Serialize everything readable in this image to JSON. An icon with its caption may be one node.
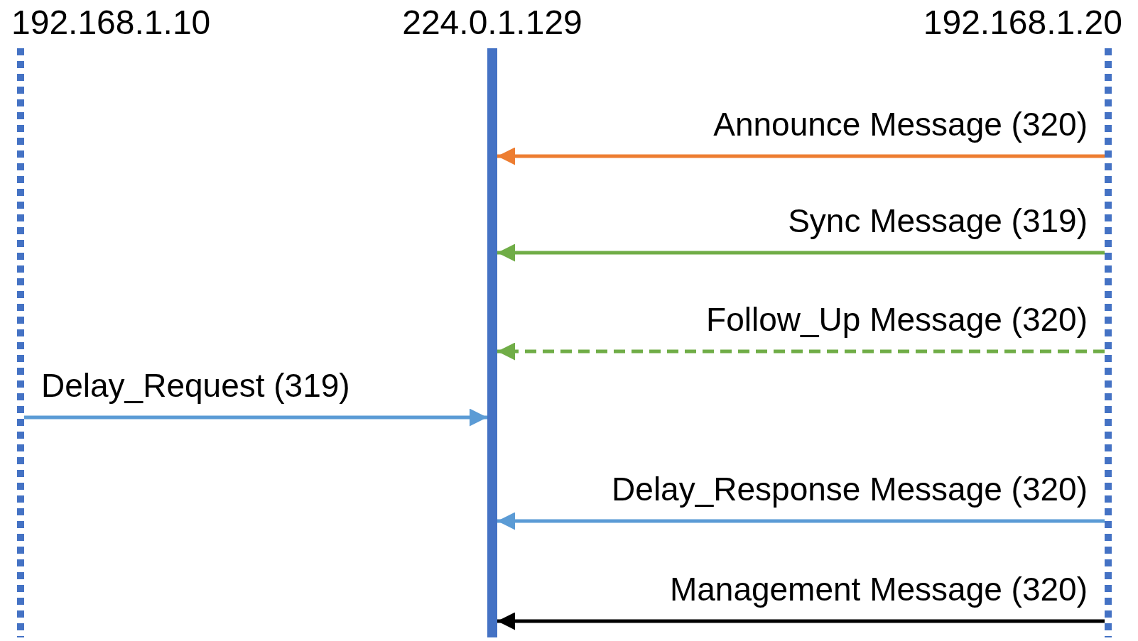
{
  "diagram": {
    "nodes": [
      {
        "text": [
          "192.168.1.10"
        ]
      },
      {
        "text": [
          "224.0.1.129"
        ]
      },
      {
        "text": [
          "192.168.1.20"
        ]
      }
    ],
    "edges": [
      {
        "from": 2,
        "to": 1,
        "arrow": "to",
        "label": "Announce Message (320)",
        "color": "#ed7d31"
      },
      {
        "from": 2,
        "to": 1,
        "arrow": "to",
        "label": "Sync Message (319)",
        "color": "#70ad47"
      },
      {
        "from": 2,
        "to": 1,
        "arrow": "to",
        "label": "Follow_Up Message (320)",
        "color": "#70ad47",
        "style": "dashed"
      },
      {
        "from": 0,
        "to": 1,
        "arrow": "to",
        "label": "Delay_Request (319)",
        "color": "#5b9bd5"
      },
      {
        "from": 2,
        "to": 1,
        "arrow": "to",
        "label": "Delay_Response Message (320)",
        "color": "#5b9bd5"
      },
      {
        "from": 2,
        "to": 1,
        "arrow": "to",
        "label": "Management Message (320)",
        "color": "#000000"
      }
    ]
  }
}
